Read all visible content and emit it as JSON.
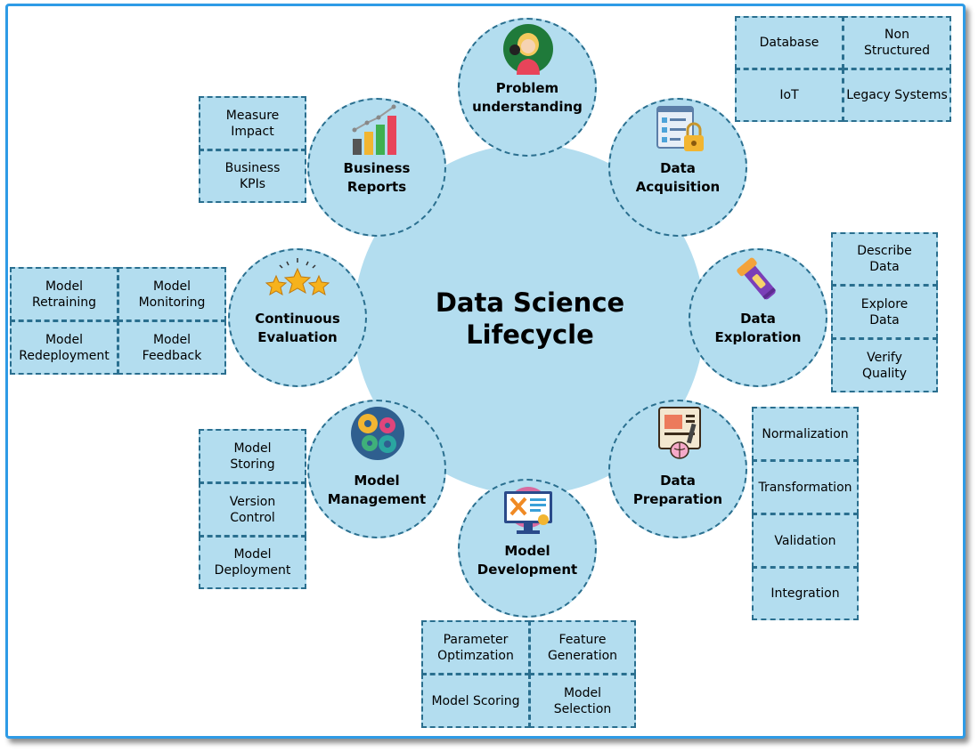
{
  "title": "Data Science\nLifecycle",
  "stages": {
    "problem": "Problem\nunderstanding",
    "acquisition": "Data\nAcquisition",
    "exploration": "Data\nExploration",
    "preparation": "Data\nPreparation",
    "development": "Model\nDevelopment",
    "management": "Model\nManagement",
    "evaluation": "Continuous\nEvaluation",
    "reports": "Business\nReports"
  },
  "acquisition_items": [
    "Database",
    "Non\nStructured",
    "IoT",
    "Legacy Systems"
  ],
  "exploration_items": [
    "Describe\nData",
    "Explore\nData",
    "Verify\nQuality"
  ],
  "preparation_items": [
    "Normalization",
    "Transformation",
    "Validation",
    "Integration"
  ],
  "development_items": [
    "Parameter\nOptimzation",
    "Feature\nGeneration",
    "Model Scoring",
    "Model\nSelection"
  ],
  "management_items": [
    "Model\nStoring",
    "Version\nControl",
    "Model\nDeployment"
  ],
  "evaluation_items": [
    "Model\nRetraining",
    "Model\nMonitoring",
    "Model\nRedeployment",
    "Model\nFeedback"
  ],
  "reports_items": [
    "Measure\nImpact",
    "Business\nKPIs"
  ],
  "icons": {
    "problem": "person-thinking-icon",
    "acquisition": "checklist-lock-icon",
    "exploration": "flashlight-icon",
    "preparation": "blueprint-brain-icon",
    "development": "monitor-tools-icon",
    "management": "gears-icon",
    "evaluation": "stars-icon",
    "reports": "bar-chart-icon"
  }
}
